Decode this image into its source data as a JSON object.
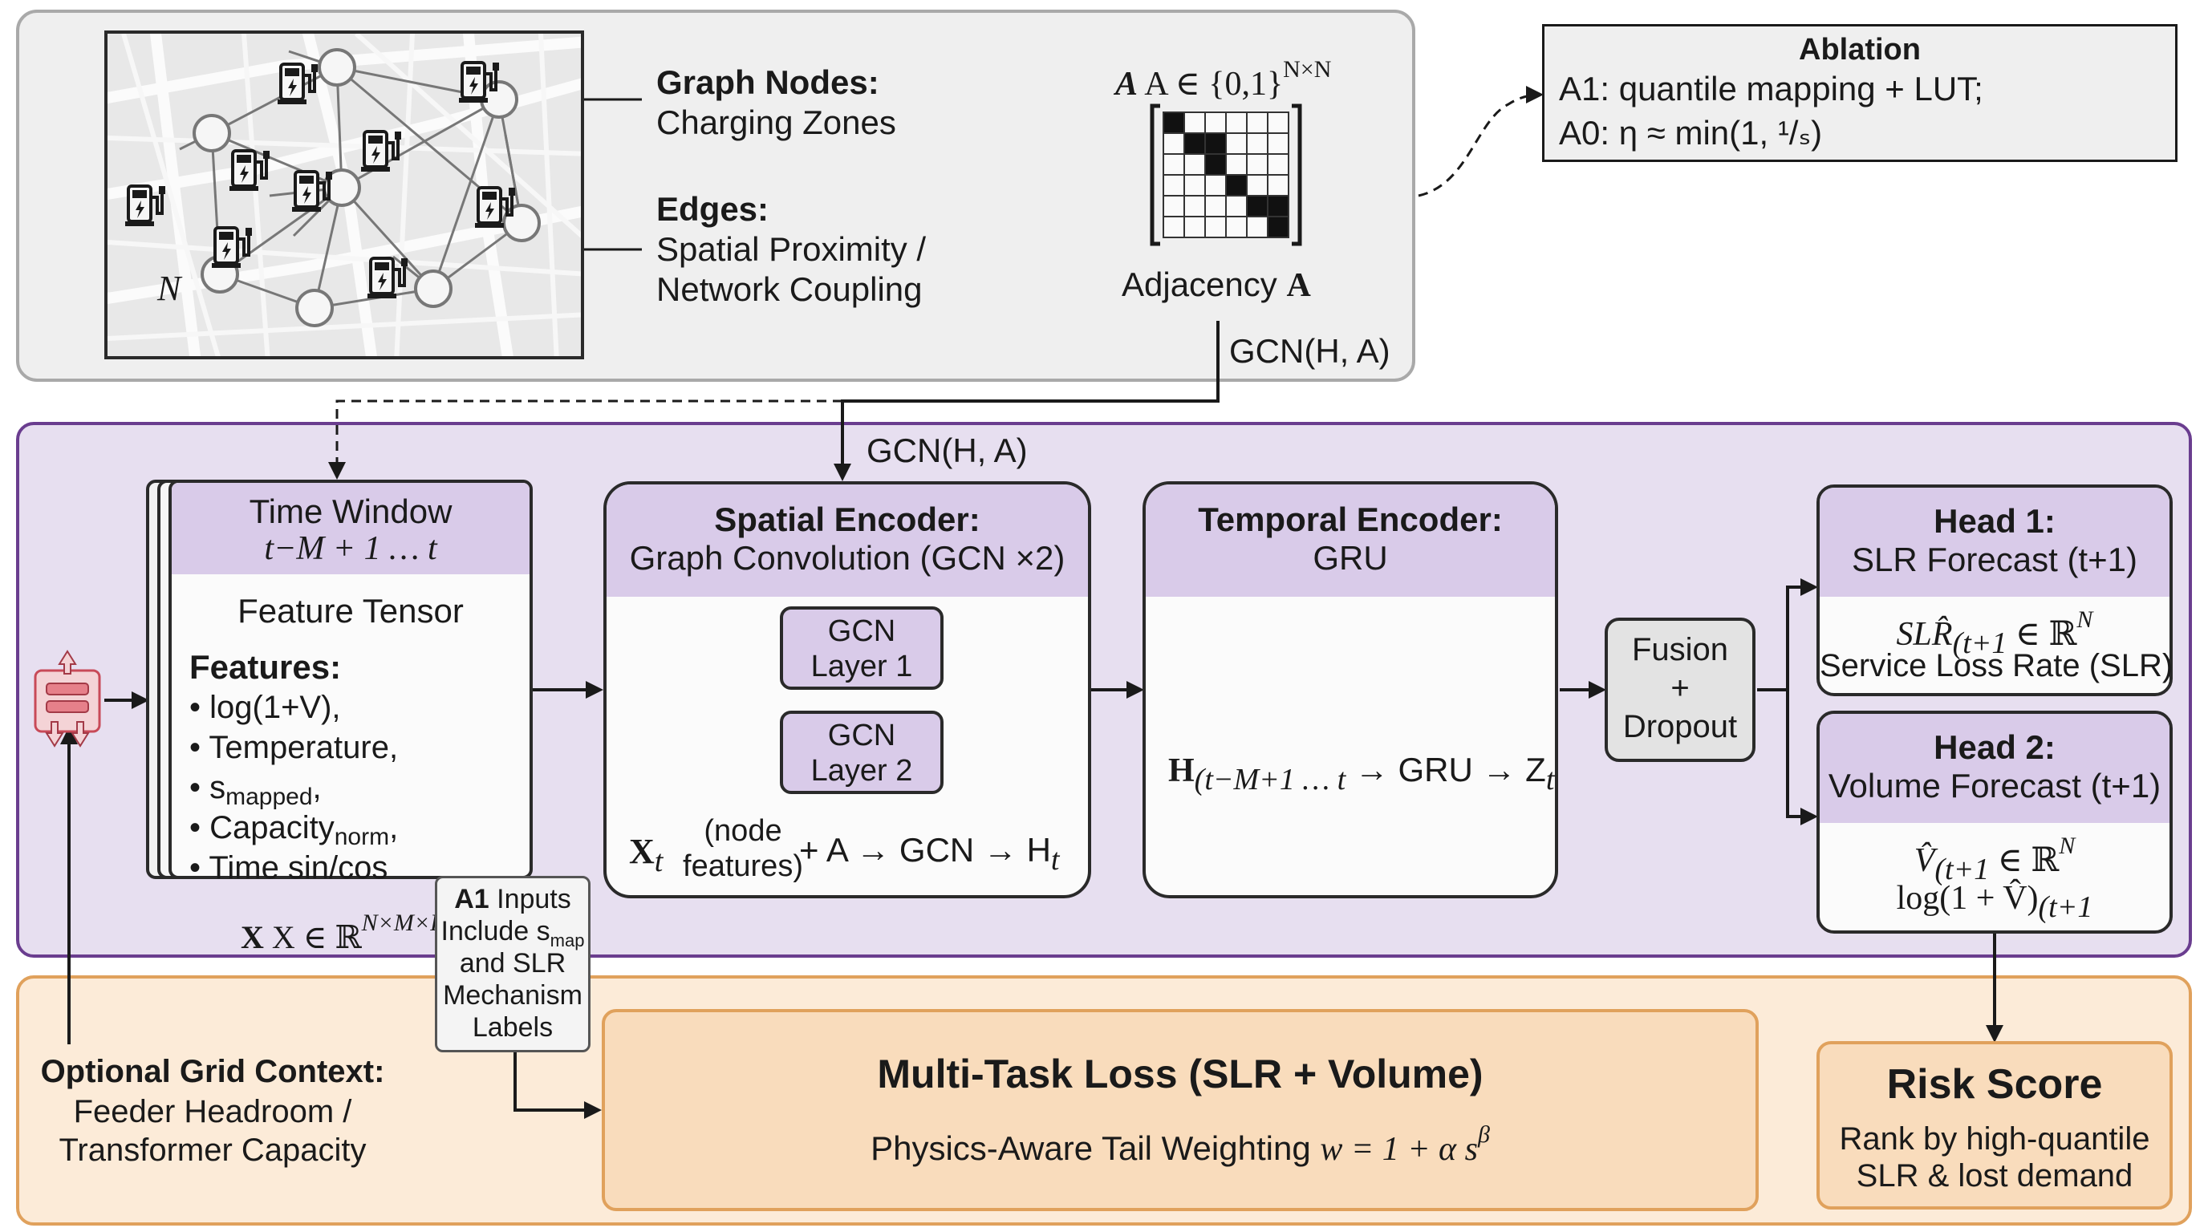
{
  "graph": {
    "nodes_title": "Graph Nodes:",
    "nodes_desc": "Charging Zones",
    "edges_title": "Edges:",
    "edges_desc1": "Spatial Proximity /",
    "edges_desc2": "Network Coupling",
    "n_label": "N",
    "adj_formula_base": "A ∈ {0,1}",
    "adj_formula_sup": "N×N",
    "adj_label_prefix": "Adjacency ",
    "adj_label_bold": "A",
    "gcn_call": "GCN(H, A)"
  },
  "ablation": {
    "title": "Ablation",
    "line1": "A1: quantile mapping + LUT;",
    "line2": "A0: η ≈ min(1, ¹/ₛ)"
  },
  "time_window": {
    "title": "Time Window",
    "range": "t−M + 1 … t",
    "tensor": "Feature Tensor",
    "features_title": "Features:",
    "features": [
      "log(1+V),",
      "Temperature,",
      "s",
      "Capacity",
      "Time sin/cos"
    ],
    "feature_subs": [
      "",
      "",
      "mapped",
      "norm",
      ""
    ],
    "feature_suffix": [
      "",
      "",
      ",",
      ",",
      ""
    ],
    "x_formula_base": "X ∈ ℝ",
    "x_formula_sup": "N×M×F"
  },
  "spatial": {
    "gcn_in": "GCN(H, A)",
    "title": "Spatial Encoder:",
    "subtitle": "Graph Convolution (GCN ×2)",
    "layer1": [
      "GCN",
      "Layer 1"
    ],
    "layer2": [
      "GCN",
      "Layer 2"
    ],
    "formula_x": "X",
    "formula_x_sub": "t",
    "node_line1": "(node",
    "node_line2": "features)",
    "formula_rest": "+ A → GCN → H",
    "formula_h_sub": "t"
  },
  "temporal": {
    "title": "Temporal Encoder:",
    "subtitle": "GRU",
    "formula_h": "H",
    "formula_h_sub": "(t−M+1 … t",
    "formula_mid": " → GRU → Z",
    "formula_z_sub": "t"
  },
  "fusion": {
    "lines": [
      "Fusion",
      "+",
      "Dropout"
    ]
  },
  "head1": {
    "title": "Head 1:",
    "subtitle": "SLR Forecast (t+1)",
    "formula": "SLR̂",
    "formula_sub": "(t+1",
    "formula_rest": " ∈ ℝ",
    "formula_sup": "N",
    "desc": "Service Loss Rate (SLR)"
  },
  "head2": {
    "title": "Head 2:",
    "subtitle": "Volume Forecast (t+1)",
    "formula1": "V̂",
    "formula1_sub": "(t+1",
    "formula1_rest": " ∈ ℝ",
    "formula1_sup": "N",
    "formula2": "log(1 + V̂)",
    "formula2_sub": "(t+1"
  },
  "a1_inputs": {
    "lines": [
      "Include s",
      "and SLR",
      "Mechanism",
      "Labels"
    ],
    "first": "A1",
    "first_rest": " Inputs",
    "sub": "map"
  },
  "grid_context": {
    "title": "Optional Grid Context:",
    "line1": "Feeder Headroom /",
    "line2": "Transformer Capacity"
  },
  "loss": {
    "title": "Multi-Task Loss (SLR + Volume)",
    "subtitle": "Physics-Aware Tail Weighting ",
    "formula": "w = 1 + α s",
    "formula_sup": "β"
  },
  "risk": {
    "title": "Risk Score",
    "line1": "Rank by high-quantile",
    "line2": "SLR & lost demand"
  },
  "colors": {
    "purple_bg": "#e7dff0",
    "purple_border": "#6a3d8f",
    "header_purple": "#d9cbe9",
    "orange_bg": "#fcebd8",
    "orange_border": "#e0a15c",
    "gray_bg": "#efefef",
    "gray_border": "#a9a9a9",
    "input_icon": "#e6808a"
  }
}
